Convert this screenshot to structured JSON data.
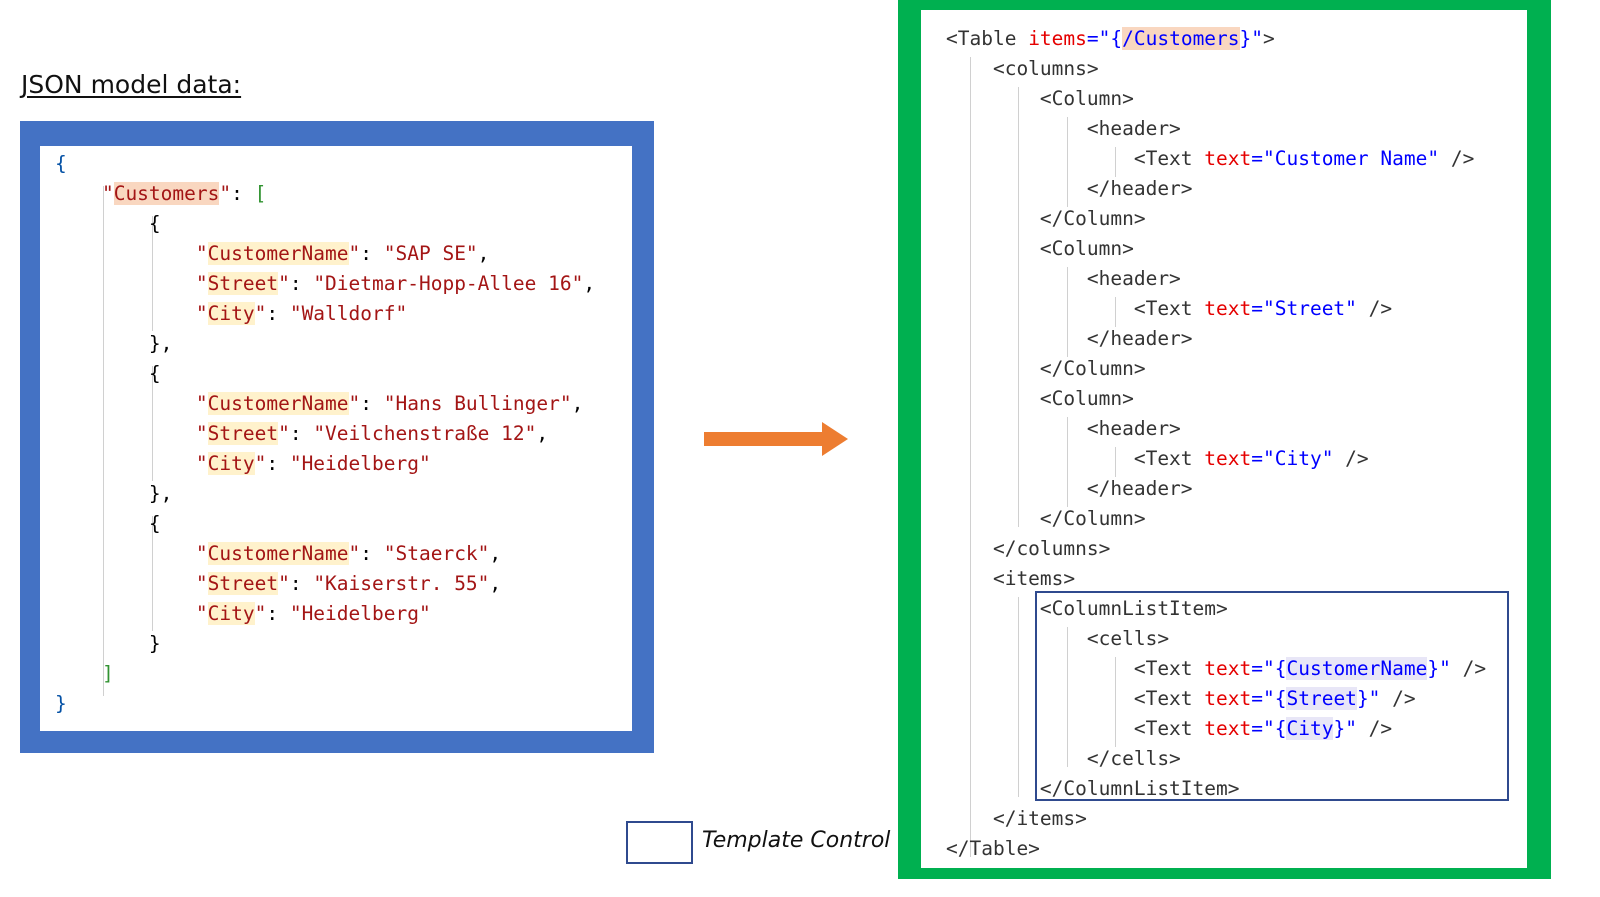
{
  "json_panel": {
    "title": "JSON model data:",
    "border_color": "#4472c4",
    "lines": [
      [
        {
          "t": "{",
          "c": "b"
        }
      ],
      [
        {
          "t": "    \"",
          "c": "k"
        },
        {
          "t": "Customers",
          "c": "kh"
        },
        {
          "t": "\"",
          "c": "k"
        },
        {
          "t": ": ",
          "c": "p"
        },
        {
          "t": "[",
          "c": "g"
        }
      ],
      [
        {
          "t": "        {",
          "c": "p"
        }
      ],
      [
        {
          "t": "            \"",
          "c": "k"
        },
        {
          "t": "CustomerName",
          "c": "ky"
        },
        {
          "t": "\"",
          "c": "k"
        },
        {
          "t": ": ",
          "c": "p"
        },
        {
          "t": "\"SAP SE\"",
          "c": "s"
        },
        {
          "t": ",",
          "c": "p"
        }
      ],
      [
        {
          "t": "            \"",
          "c": "k"
        },
        {
          "t": "Street",
          "c": "ky"
        },
        {
          "t": "\"",
          "c": "k"
        },
        {
          "t": ": ",
          "c": "p"
        },
        {
          "t": "\"Dietmar-Hopp-Allee 16\"",
          "c": "s"
        },
        {
          "t": ",",
          "c": "p"
        }
      ],
      [
        {
          "t": "            \"",
          "c": "k"
        },
        {
          "t": "City",
          "c": "ky"
        },
        {
          "t": "\"",
          "c": "k"
        },
        {
          "t": ": ",
          "c": "p"
        },
        {
          "t": "\"Walldorf\"",
          "c": "s"
        }
      ],
      [
        {
          "t": "        },",
          "c": "p"
        }
      ],
      [
        {
          "t": "        {",
          "c": "p"
        }
      ],
      [
        {
          "t": "            \"",
          "c": "k"
        },
        {
          "t": "CustomerName",
          "c": "ky"
        },
        {
          "t": "\"",
          "c": "k"
        },
        {
          "t": ": ",
          "c": "p"
        },
        {
          "t": "\"Hans Bullinger\"",
          "c": "s"
        },
        {
          "t": ",",
          "c": "p"
        }
      ],
      [
        {
          "t": "            \"",
          "c": "k"
        },
        {
          "t": "Street",
          "c": "ky"
        },
        {
          "t": "\"",
          "c": "k"
        },
        {
          "t": ": ",
          "c": "p"
        },
        {
          "t": "\"Veilchenstraße 12\"",
          "c": "s"
        },
        {
          "t": ",",
          "c": "p"
        }
      ],
      [
        {
          "t": "            \"",
          "c": "k"
        },
        {
          "t": "City",
          "c": "ky"
        },
        {
          "t": "\"",
          "c": "k"
        },
        {
          "t": ": ",
          "c": "p"
        },
        {
          "t": "\"Heidelberg\"",
          "c": "s"
        }
      ],
      [
        {
          "t": "        },",
          "c": "p"
        }
      ],
      [
        {
          "t": "        {",
          "c": "p"
        }
      ],
      [
        {
          "t": "            \"",
          "c": "k"
        },
        {
          "t": "CustomerName",
          "c": "ky"
        },
        {
          "t": "\"",
          "c": "k"
        },
        {
          "t": ": ",
          "c": "p"
        },
        {
          "t": "\"Staerck\"",
          "c": "s"
        },
        {
          "t": ",",
          "c": "p"
        }
      ],
      [
        {
          "t": "            \"",
          "c": "k"
        },
        {
          "t": "Street",
          "c": "ky"
        },
        {
          "t": "\"",
          "c": "k"
        },
        {
          "t": ": ",
          "c": "p"
        },
        {
          "t": "\"Kaiserstr. 55\"",
          "c": "s"
        },
        {
          "t": ",",
          "c": "p"
        }
      ],
      [
        {
          "t": "            \"",
          "c": "k"
        },
        {
          "t": "City",
          "c": "ky"
        },
        {
          "t": "\"",
          "c": "k"
        },
        {
          "t": ": ",
          "c": "p"
        },
        {
          "t": "\"Heidelberg\"",
          "c": "s"
        }
      ],
      [
        {
          "t": "        }",
          "c": "p"
        }
      ],
      [
        {
          "t": "    ]",
          "c": "g"
        }
      ],
      [
        {
          "t": "}",
          "c": "b"
        }
      ]
    ]
  },
  "arrow": {
    "color": "#ed7d31"
  },
  "xml_panel": {
    "border_color": "#00b050",
    "lines": [
      [
        {
          "t": "<Table ",
          "c": "t"
        },
        {
          "t": "items",
          "c": "a"
        },
        {
          "t": "=\"",
          "c": "v"
        },
        {
          "t": "{",
          "c": "v"
        },
        {
          "t": "/Customers",
          "c": "vh"
        },
        {
          "t": "}",
          "c": "v"
        },
        {
          "t": "\"",
          "c": "v"
        },
        {
          "t": ">",
          "c": "t"
        }
      ],
      [
        {
          "t": "    <columns>",
          "c": "t"
        }
      ],
      [
        {
          "t": "        <Column>",
          "c": "t"
        }
      ],
      [
        {
          "t": "            <header>",
          "c": "t"
        }
      ],
      [
        {
          "t": "                <Text ",
          "c": "t"
        },
        {
          "t": "text",
          "c": "a"
        },
        {
          "t": "=\"Customer Name\"",
          "c": "v"
        },
        {
          "t": " />",
          "c": "t"
        }
      ],
      [
        {
          "t": "            </header>",
          "c": "t"
        }
      ],
      [
        {
          "t": "        </Column>",
          "c": "t"
        }
      ],
      [
        {
          "t": "        <Column>",
          "c": "t"
        }
      ],
      [
        {
          "t": "            <header>",
          "c": "t"
        }
      ],
      [
        {
          "t": "                <Text ",
          "c": "t"
        },
        {
          "t": "text",
          "c": "a"
        },
        {
          "t": "=\"Street\"",
          "c": "v"
        },
        {
          "t": " />",
          "c": "t"
        }
      ],
      [
        {
          "t": "            </header>",
          "c": "t"
        }
      ],
      [
        {
          "t": "        </Column>",
          "c": "t"
        }
      ],
      [
        {
          "t": "        <Column>",
          "c": "t"
        }
      ],
      [
        {
          "t": "            <header>",
          "c": "t"
        }
      ],
      [
        {
          "t": "                <Text ",
          "c": "t"
        },
        {
          "t": "text",
          "c": "a"
        },
        {
          "t": "=\"City\"",
          "c": "v"
        },
        {
          "t": " />",
          "c": "t"
        }
      ],
      [
        {
          "t": "            </header>",
          "c": "t"
        }
      ],
      [
        {
          "t": "        </Column>",
          "c": "t"
        }
      ],
      [
        {
          "t": "    </columns>",
          "c": "t"
        }
      ],
      [
        {
          "t": "    <items>",
          "c": "t"
        }
      ],
      [
        {
          "t": "        <ColumnListItem>",
          "c": "t"
        }
      ],
      [
        {
          "t": "            <cells>",
          "c": "t"
        }
      ],
      [
        {
          "t": "                <Text ",
          "c": "t"
        },
        {
          "t": "text",
          "c": "a"
        },
        {
          "t": "=\"{",
          "c": "v"
        },
        {
          "t": "CustomerName",
          "c": "vy"
        },
        {
          "t": "}\"",
          "c": "v"
        },
        {
          "t": " />",
          "c": "t"
        }
      ],
      [
        {
          "t": "                <Text ",
          "c": "t"
        },
        {
          "t": "text",
          "c": "a"
        },
        {
          "t": "=\"{",
          "c": "v"
        },
        {
          "t": "Street",
          "c": "vy"
        },
        {
          "t": "}\"",
          "c": "v"
        },
        {
          "t": " />",
          "c": "t"
        }
      ],
      [
        {
          "t": "                <Text ",
          "c": "t"
        },
        {
          "t": "text",
          "c": "a"
        },
        {
          "t": "=\"{",
          "c": "v"
        },
        {
          "t": "City",
          "c": "vy"
        },
        {
          "t": "}\"",
          "c": "v"
        },
        {
          "t": " />",
          "c": "t"
        }
      ],
      [
        {
          "t": "            </cells>",
          "c": "t"
        }
      ],
      [
        {
          "t": "        </ColumnListItem>",
          "c": "t"
        }
      ],
      [
        {
          "t": "    </items>",
          "c": "t"
        }
      ],
      [
        {
          "t": "</Table>",
          "c": "t"
        }
      ]
    ]
  },
  "legend": {
    "label": "Template Control",
    "box_color": "#2f4a8e"
  }
}
